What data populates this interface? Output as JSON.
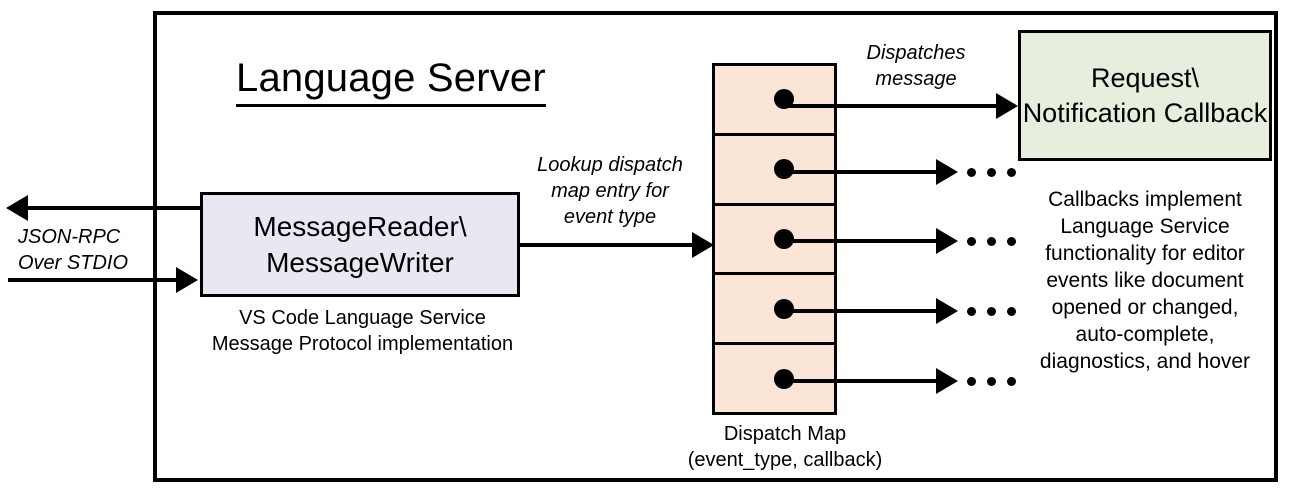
{
  "diagram": {
    "title": "Language Server",
    "boxes": {
      "message_reader": "MessageReader\\\nMessageWriter",
      "message_reader_caption": "VS Code Language Service\nMessage Protocol implementation",
      "callback": "Request\\\nNotification\nCallback",
      "callback_caption": "Callbacks implement\nLanguage Service\nfunctionality for editor\nevents like document\nopened or changed,\nauto-complete,\ndiagnostics, and hover",
      "dispatch_map_caption": "Dispatch Map\n(event_type, callback)"
    },
    "edge_labels": {
      "jsonrpc": "JSON-RPC\nOver STDIO",
      "lookup": "Lookup dispatch\nmap entry for\nevent type",
      "dispatches": "Dispatches\nmessage"
    },
    "dispatch_map": {
      "row_count": 5,
      "rows": [
        {
          "index": 1,
          "target": "Request\\Notification Callback"
        },
        {
          "index": 2,
          "target": "..."
        },
        {
          "index": 3,
          "target": "..."
        },
        {
          "index": 4,
          "target": "..."
        },
        {
          "index": 5,
          "target": "..."
        }
      ]
    },
    "colors": {
      "message_reader_fill": "#eae7f2",
      "callback_fill": "#e6eedd",
      "dispatch_map_fill": "#fbe5d6",
      "stroke": "#000000",
      "background": "#ffffff"
    }
  }
}
